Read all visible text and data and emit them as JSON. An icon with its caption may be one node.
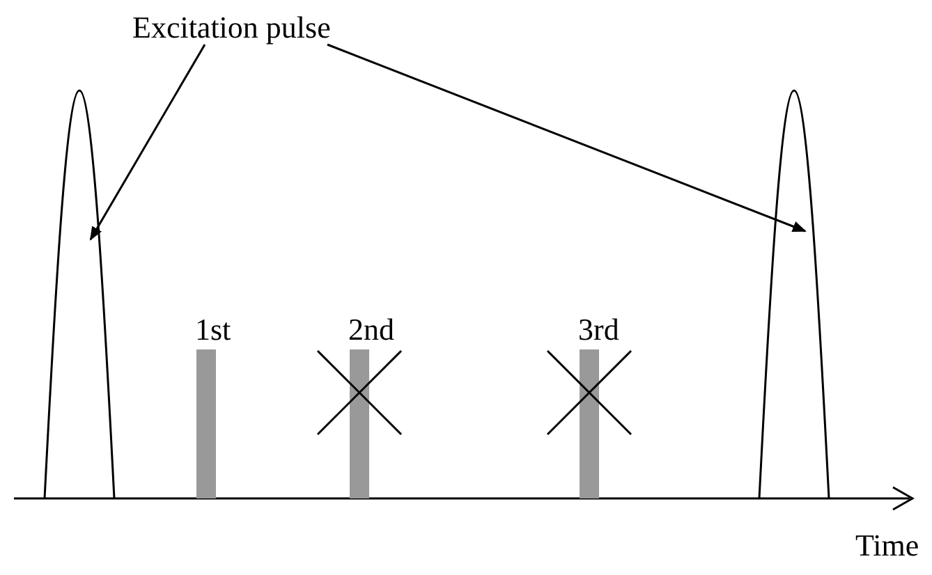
{
  "diagram": {
    "nodes": [
      {
        "text": [
          "Excitation pulse"
        ]
      },
      {
        "text": [],
        "shape": "curve"
      },
      {
        "text": [],
        "shape": "curve"
      },
      {
        "text": [],
        "shape": "bar",
        "beside": [
          "1st"
        ]
      },
      {
        "text": [],
        "shape": "bar",
        "beside": [
          "2nd"
        ]
      },
      {
        "text": [],
        "shape": "bar",
        "beside": [
          "3rd"
        ]
      },
      {
        "text": [],
        "shape": "cross"
      },
      {
        "text": [],
        "shape": "cross"
      }
    ],
    "edges": [
      {
        "from": 0,
        "to": 1,
        "arrow": "to"
      },
      {
        "from": 0,
        "to": 2,
        "arrow": "to"
      }
    ],
    "labels": [
      "Time"
    ]
  }
}
